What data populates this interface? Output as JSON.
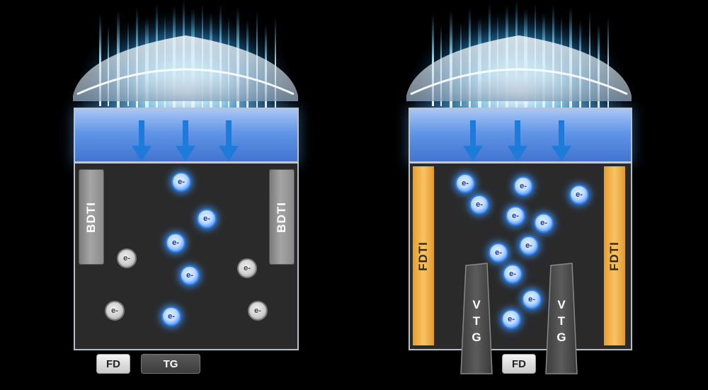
{
  "pixels": [
    {
      "isolation_label": "BDTI",
      "isolation_type": "bdti",
      "bottom_labels": {
        "fd": "FD",
        "tg": "TG"
      },
      "electron_label": "e-",
      "colors": {
        "isolation": "#9a9a9a",
        "electron": "#5b9cff",
        "stray_electron": "#c0c0c0"
      }
    },
    {
      "isolation_label": "FDTI",
      "isolation_type": "fdti",
      "gate_label": "VTG",
      "gate_letters": [
        "V",
        "T",
        "G"
      ],
      "bottom_labels": {
        "fd": "FD"
      },
      "electron_label": "e-",
      "colors": {
        "isolation": "#f2b04a",
        "electron": "#5b9cff"
      }
    }
  ]
}
